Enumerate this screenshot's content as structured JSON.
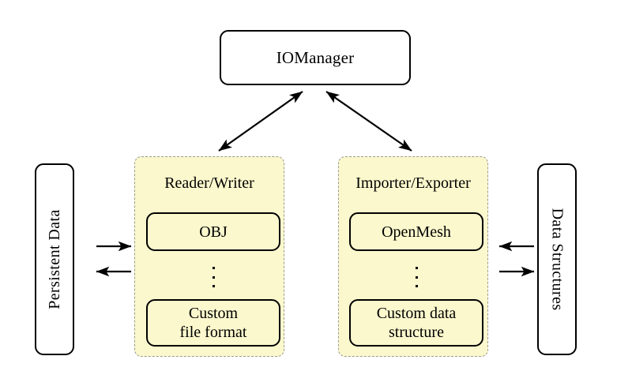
{
  "diagram": {
    "title": "IO architecture diagram",
    "colors": {
      "group_fill": "#fbf8cd",
      "group_border": "#9a9a93",
      "node_border": "#000000",
      "node_fill": "#ffffff",
      "arrow": "#000000"
    },
    "manager": {
      "label": "IOManager"
    },
    "left_endpoint": {
      "label": "Persistent Data",
      "orientation": "vertical-ccw"
    },
    "right_endpoint": {
      "label": "Data Structures",
      "orientation": "vertical-cw"
    },
    "groups": [
      {
        "id": "reader-writer",
        "title": "Reader/Writer",
        "items": [
          {
            "label": "OBJ"
          },
          {
            "label": "⋮",
            "kind": "vdots"
          },
          {
            "label": "Custom\nfile format",
            "line1": "Custom",
            "line2": "file format"
          }
        ]
      },
      {
        "id": "importer-exporter",
        "title": "Importer/Exporter",
        "items": [
          {
            "label": "OpenMesh"
          },
          {
            "label": "⋮",
            "kind": "vdots"
          },
          {
            "label": "Custom data\nstructure",
            "line1": "Custom data",
            "line2": "structure"
          }
        ]
      }
    ],
    "connections": [
      {
        "id": "manager-to-reader-writer",
        "from": "IOManager",
        "to": "Reader/Writer",
        "style": "double-headed",
        "direction": "bidirectional"
      },
      {
        "id": "manager-to-importer-exporter",
        "from": "IOManager",
        "to": "Importer/Exporter",
        "style": "double-headed",
        "direction": "bidirectional"
      },
      {
        "id": "persistent-data-to-reader-writer",
        "from": "Persistent Data",
        "to": "Reader/Writer",
        "style": "single-headed",
        "direction": "right"
      },
      {
        "id": "reader-writer-to-persistent-data",
        "from": "Reader/Writer",
        "to": "Persistent Data",
        "style": "single-headed",
        "direction": "left"
      },
      {
        "id": "data-structures-to-importer-exporter",
        "from": "Data Structures",
        "to": "Importer/Exporter",
        "style": "single-headed",
        "direction": "left"
      },
      {
        "id": "importer-exporter-to-data-structures",
        "from": "Importer/Exporter",
        "to": "Data Structures",
        "style": "single-headed",
        "direction": "right"
      }
    ]
  }
}
